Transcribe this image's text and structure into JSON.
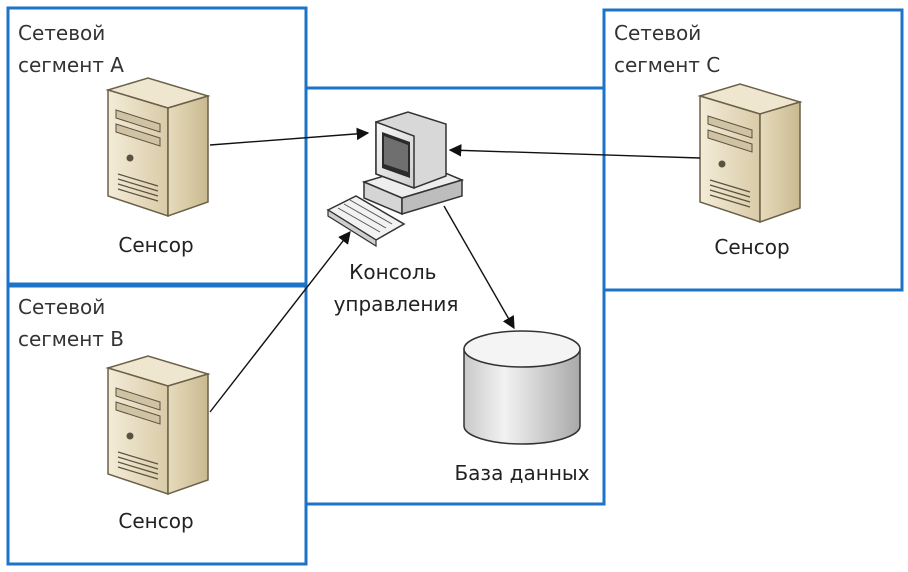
{
  "segments": {
    "a": {
      "line1": "Сетевой",
      "line2": "сегмент А"
    },
    "b": {
      "line1": "Сетевой",
      "line2": "сегмент В"
    },
    "c": {
      "line1": "Сетевой",
      "line2": "сегмент С"
    }
  },
  "sensors": {
    "a": "Сенсор",
    "b": "Сенсор",
    "c": "Сенсор"
  },
  "console": {
    "line1": "Консоль",
    "line2": "управления"
  },
  "database": "База данных",
  "colors": {
    "segment_border": "#1d73c6",
    "server_body": "#e8dcc0",
    "arrow": "#111111"
  }
}
